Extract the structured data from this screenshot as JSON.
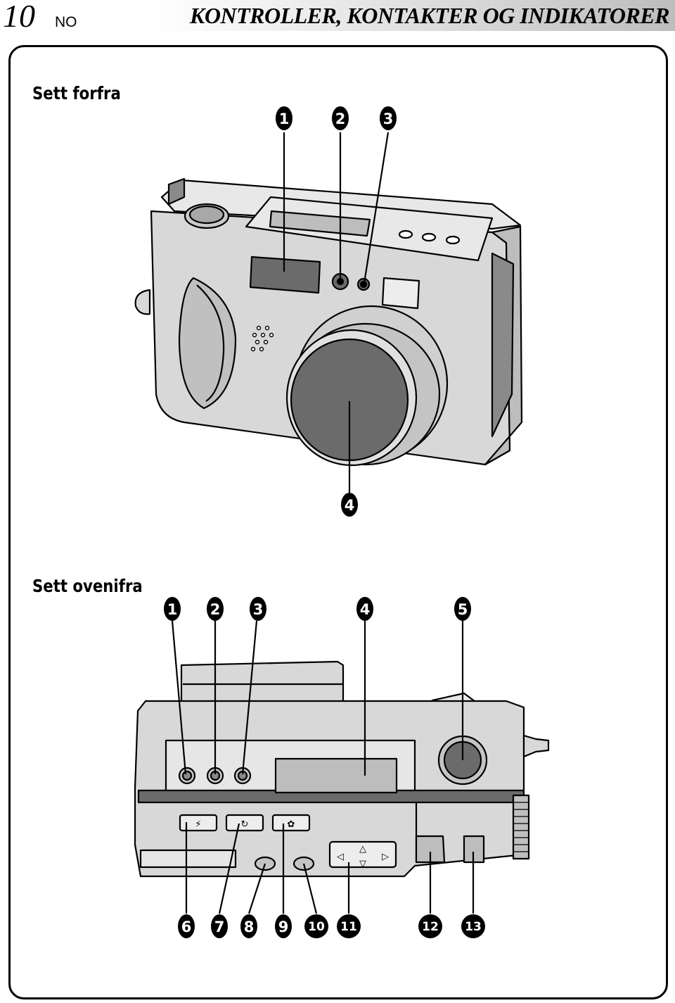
{
  "header": {
    "page_number": "10",
    "language": "NO",
    "title": "KONTROLLER, KONTAKTER OG INDIKATORER"
  },
  "front_view": {
    "title": "Sett forfra",
    "callouts": [
      "1",
      "2",
      "3",
      "4"
    ]
  },
  "top_view": {
    "title": "Sett ovenifra",
    "callouts": [
      "1",
      "2",
      "3",
      "4",
      "5",
      "6",
      "7",
      "8",
      "9",
      "10",
      "11",
      "12",
      "13"
    ]
  },
  "colors": {
    "body": "#d6d6d6",
    "dark": "#6b6b6b",
    "ink": "#000000"
  }
}
